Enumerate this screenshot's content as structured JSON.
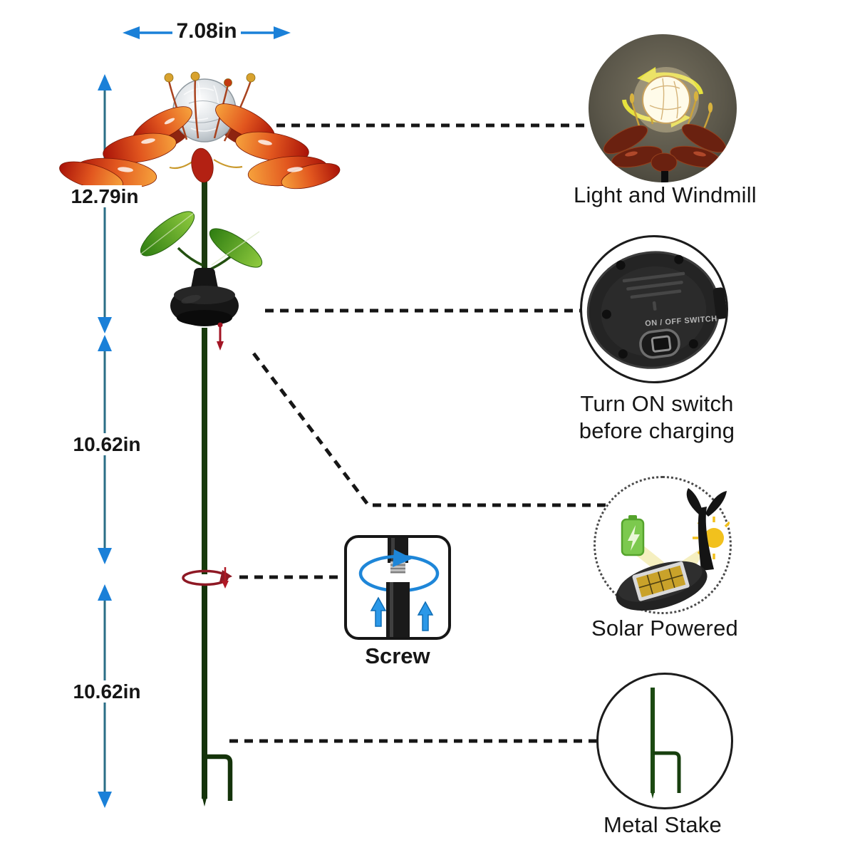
{
  "dimensions": {
    "width": {
      "label": "7.08in"
    },
    "heights": [
      {
        "label": "12.79in"
      },
      {
        "label": "10.62in"
      },
      {
        "label": "10.62in"
      }
    ]
  },
  "callouts": {
    "light": {
      "label": "Light and Windmill"
    },
    "switch": {
      "line1": "Turn ON switch",
      "line2": "before charging",
      "device_text": "ON / OFF SWITCH"
    },
    "solar": {
      "label": "Solar Powered"
    },
    "stake": {
      "label": "Metal Stake"
    }
  },
  "screw": {
    "label": "Screw"
  },
  "icons": {
    "rotation_arrows": "windmill-rotation-arrows-icon",
    "battery": "battery-charging-icon",
    "sun": "sun-icon",
    "screw_rotation": "screw-rotation-arrow-icon",
    "assembly_arrows": "push-up-arrows-icon",
    "pull_cord": "pull-cord-arrow-icon"
  },
  "colors": {
    "dimension_line": "#2a6e86",
    "arrowhead_blue": "#1a80d8",
    "dash_black": "#161616",
    "stem_green": "#1c3d10",
    "petal_red": "#a81208",
    "petal_orange": "#f6a23c",
    "leaf_green": "#3f9b24",
    "screw_blue": "#2b98e8",
    "windmill_yellow": "#e6e23e",
    "battery_green": "#7cc94e",
    "sun_yellow": "#f2c11d",
    "accent_red": "#9e1722"
  }
}
